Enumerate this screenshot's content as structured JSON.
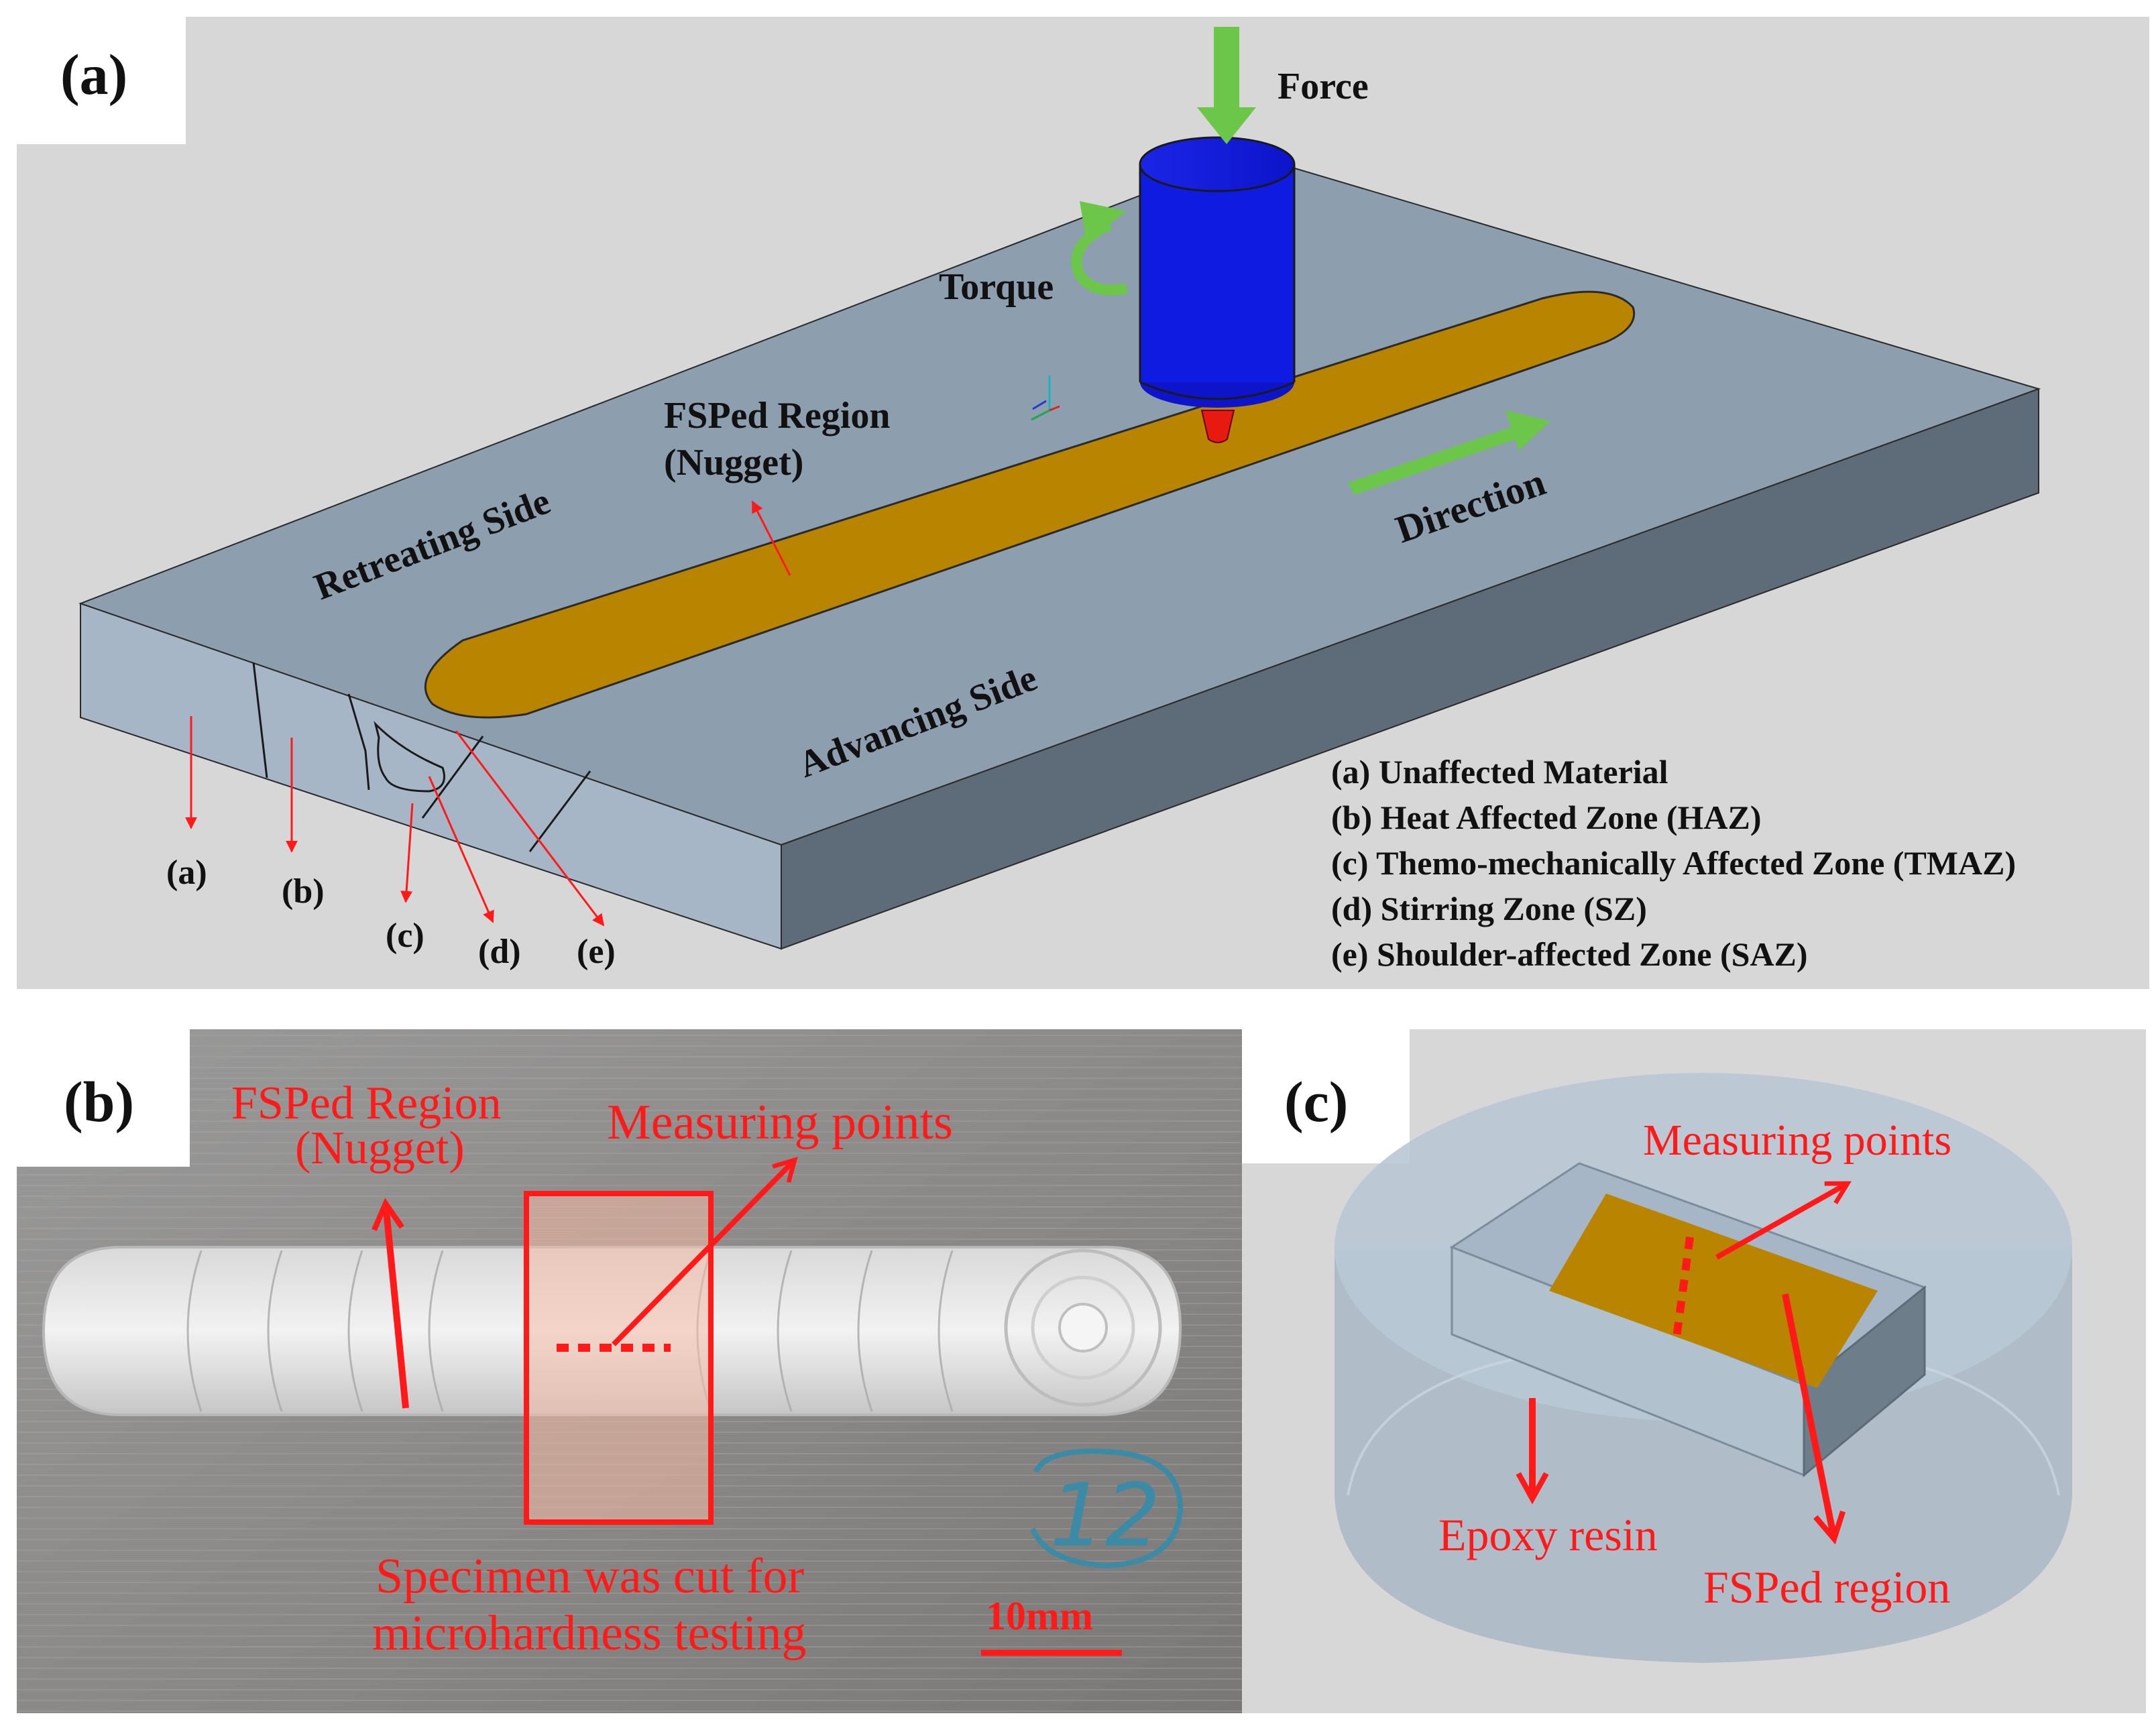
{
  "panel_a": {
    "tag": "(a)",
    "force": "Force",
    "torque": "Torque",
    "fsped_region_line1": "FSPed Region",
    "fsped_region_line2": "(Nugget)",
    "retreating_side": "Retreating Side",
    "advancing_side": "Advancing Side",
    "direction": "Direction",
    "zone_markers": [
      "(a)",
      "(b)",
      "(c)",
      "(d)",
      "(e)"
    ],
    "legend": [
      "(a) Unaffected Material",
      "(b) Heat Affected Zone (HAZ)",
      "(c) Themo-mechanically Affected Zone (TMAZ)",
      "(d) Stirring Zone (SZ)",
      "(e) Shoulder-affected Zone (SAZ)"
    ]
  },
  "panel_b": {
    "tag": "(b)",
    "fsped_region_line1": "FSPed Region",
    "fsped_region_line2": "(Nugget)",
    "measuring_points": "Measuring points",
    "specimen_line1": "Specimen was cut for",
    "specimen_line2": "microhardness testing",
    "scale_bar": "10mm",
    "handwritten_mark": "12"
  },
  "panel_c": {
    "tag": "(c)",
    "measuring_points": "Measuring points",
    "epoxy_resin": "Epoxy resin",
    "fsped_region": "FSPed region"
  },
  "colors": {
    "plate_top": "#8d9eae",
    "plate_front": "#a6b6c6",
    "plate_side": "#5e6c79",
    "nugget": "#b98500",
    "tool": "#0f1be0",
    "pin": "#e8190f",
    "arrow_green": "#6cc64a",
    "annotation_red": "#ff1a1a"
  }
}
